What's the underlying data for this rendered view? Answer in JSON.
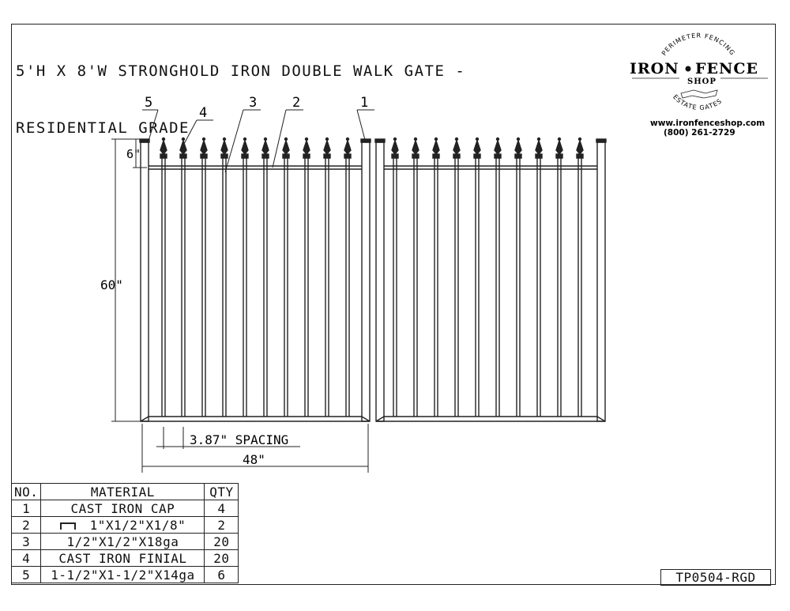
{
  "title": {
    "line1": "5'H X 8'W STRONGHOLD IRON DOUBLE WALK GATE -",
    "line2": "RESIDENTIAL GRADE"
  },
  "logo": {
    "arc_top": "PERIMETER FENCING",
    "word1": "IRON",
    "word2": "FENCE",
    "sub": "SHOP",
    "arc_bottom": "ESTATE GATES",
    "website": "www.ironfenceshop.com",
    "phone": "(800) 261-2729"
  },
  "callouts": [
    "5",
    "4",
    "3",
    "2",
    "1"
  ],
  "dimensions": {
    "finial_height": "6\"",
    "gate_height": "60\"",
    "spacing": "3.87\" SPACING",
    "leaf_width": "48\""
  },
  "bom": {
    "headers": [
      "NO.",
      "MATERIAL",
      "QTY"
    ],
    "rows": [
      {
        "no": "1",
        "material": "CAST IRON CAP",
        "qty": "4"
      },
      {
        "no": "2",
        "material": "1\"X1/2\"X1/8\"",
        "qty": "2"
      },
      {
        "no": "3",
        "material": "1/2\"X1/2\"X18ga",
        "qty": "20"
      },
      {
        "no": "4",
        "material": "CAST IRON FINIAL",
        "qty": "20"
      },
      {
        "no": "5",
        "material": "1-1/2\"X1-1/2\"X14ga",
        "qty": "6"
      }
    ]
  },
  "part_number": "TP0504-RGD"
}
